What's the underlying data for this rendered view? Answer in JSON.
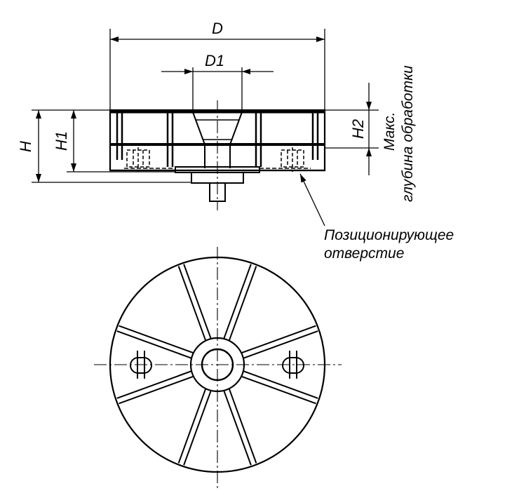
{
  "labels": {
    "D": "D",
    "D1": "D1",
    "H": "H",
    "H1": "H1",
    "H2": "H2",
    "max_depth_line1": "Макс.",
    "max_depth_line2": "глубина обработки",
    "positioning_hole_line1": "Позиционирующее",
    "positioning_hole_line2": "отверстие"
  },
  "colors": {
    "ink": "#000000",
    "background": "#ffffff"
  }
}
